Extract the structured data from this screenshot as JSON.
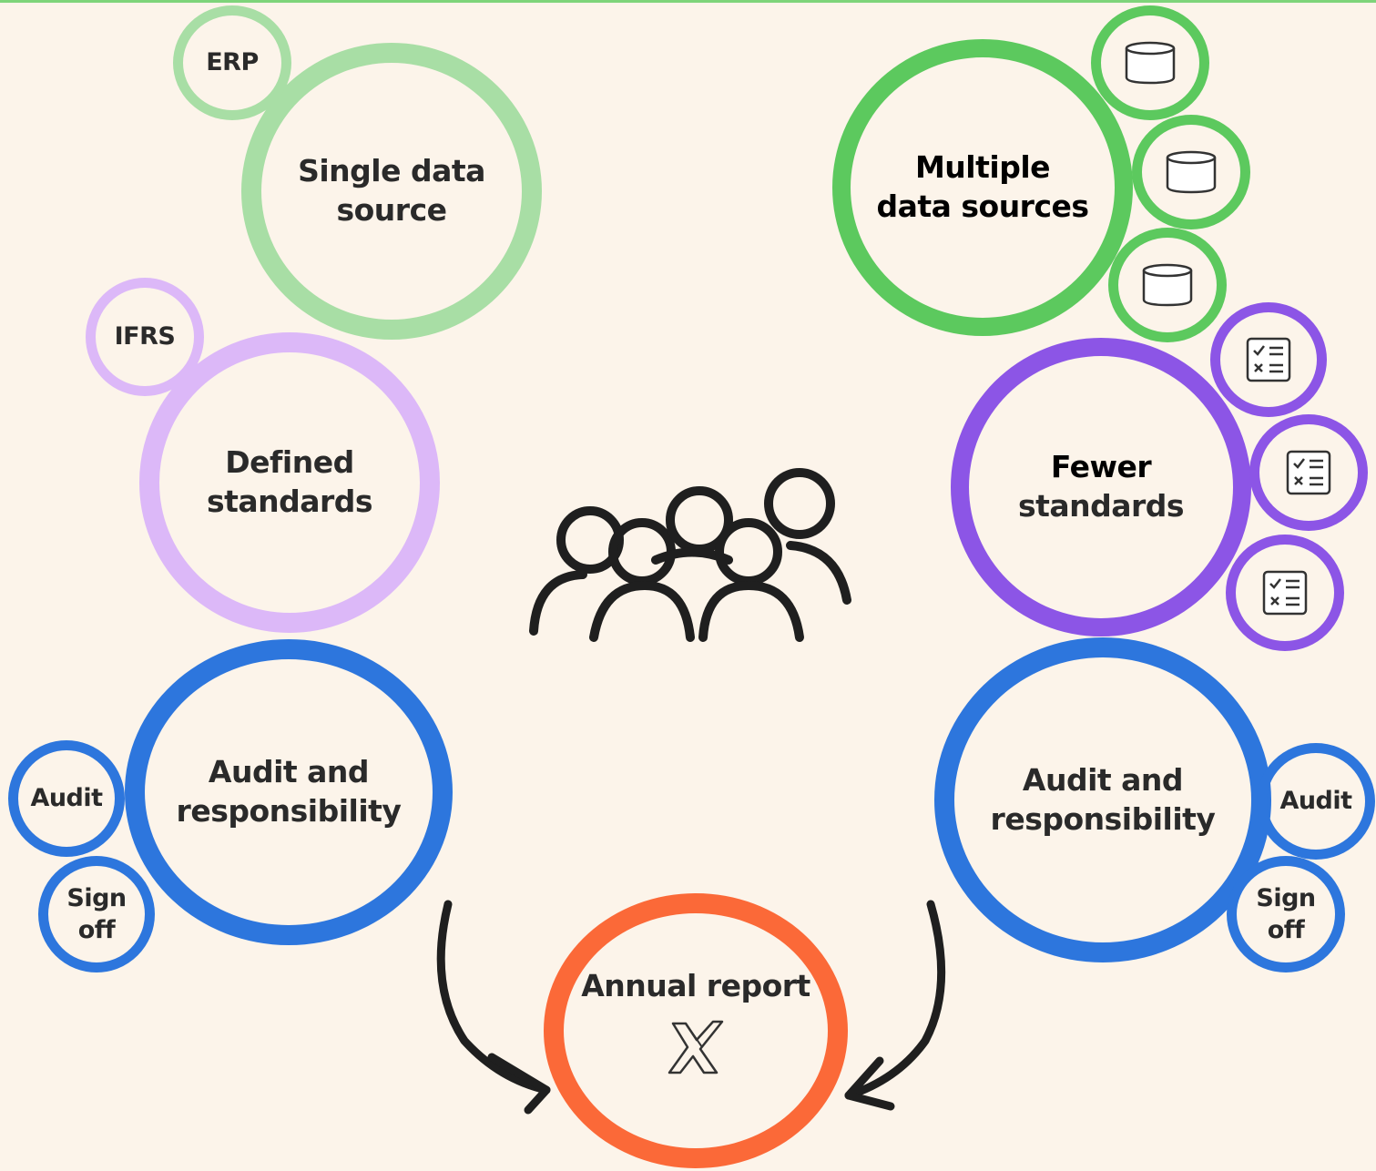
{
  "colors": {
    "background": "#fcf4ea",
    "light_green": "#a8dea5",
    "green": "#5cc95e",
    "light_purple": "#dcb8f8",
    "purple": "#8c55e6",
    "blue": "#2d76dd",
    "orange": "#fb6938",
    "text": "#2a2a2a"
  },
  "left": {
    "single_data_source": {
      "line1": "Single data",
      "line2": "source"
    },
    "erp": "ERP",
    "defined_standards": {
      "line1": "Defined",
      "line2": "standards"
    },
    "ifrs": "IFRS",
    "audit_responsibility": {
      "line1": "Audit and",
      "line2": "responsibility"
    },
    "audit": "Audit",
    "sign_off": {
      "line1": "Sign",
      "line2": "off"
    }
  },
  "right": {
    "multiple_data_sources": {
      "line1": "Multiple",
      "line2": "data sources"
    },
    "database_icons": [
      "database-icon",
      "database-icon",
      "database-icon"
    ],
    "fewer_standards": {
      "line1": "Fewer",
      "line2": "standards"
    },
    "checklist_icons": [
      "checklist-icon",
      "checklist-icon",
      "checklist-icon"
    ],
    "audit_responsibility": {
      "line1": "Audit and",
      "line2": "responsibility"
    },
    "audit": "Audit",
    "sign_off": {
      "line1": "Sign",
      "line2": "off"
    }
  },
  "center": {
    "people_icon": "group-of-people-icon",
    "annual_report": "Annual report",
    "logo_icon": "x-logo-icon"
  }
}
